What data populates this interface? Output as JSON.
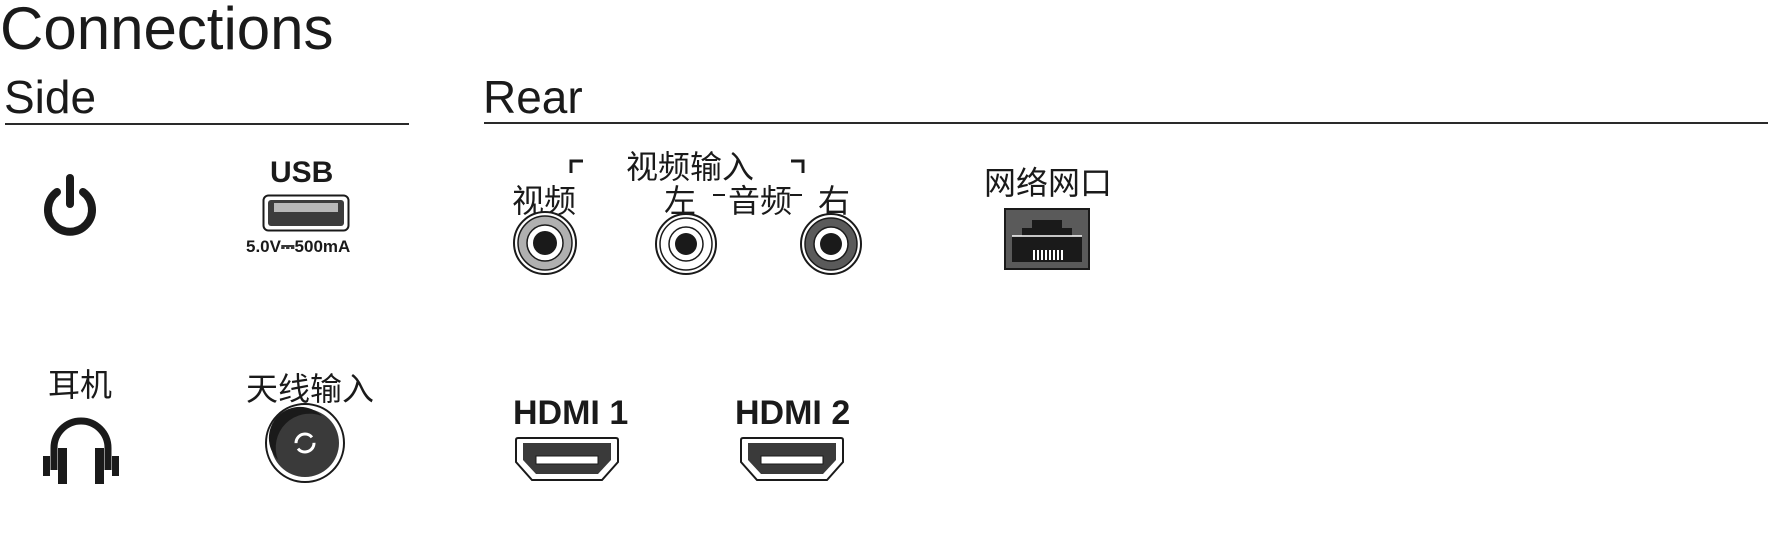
{
  "title": "Connections",
  "sections": {
    "side": "Side",
    "rear": "Rear"
  },
  "side": {
    "power_icon": "power-icon",
    "usb": {
      "label": "USB",
      "rating": "5.0V⎓500mA"
    },
    "headphone": {
      "label": "耳机"
    },
    "antenna": {
      "label": "天线输入"
    }
  },
  "rear": {
    "video_in_group_label": "视频输入",
    "video": "视频",
    "audio_left": "左",
    "audio": "音频",
    "audio_right": "右",
    "network": "网络网口",
    "hdmi1": "HDMI 1",
    "hdmi2": "HDMI 2"
  },
  "colors": {
    "ink": "#1a1a1a",
    "port_gray": "#5a5a5a",
    "light_gray": "#b0b0b0"
  }
}
